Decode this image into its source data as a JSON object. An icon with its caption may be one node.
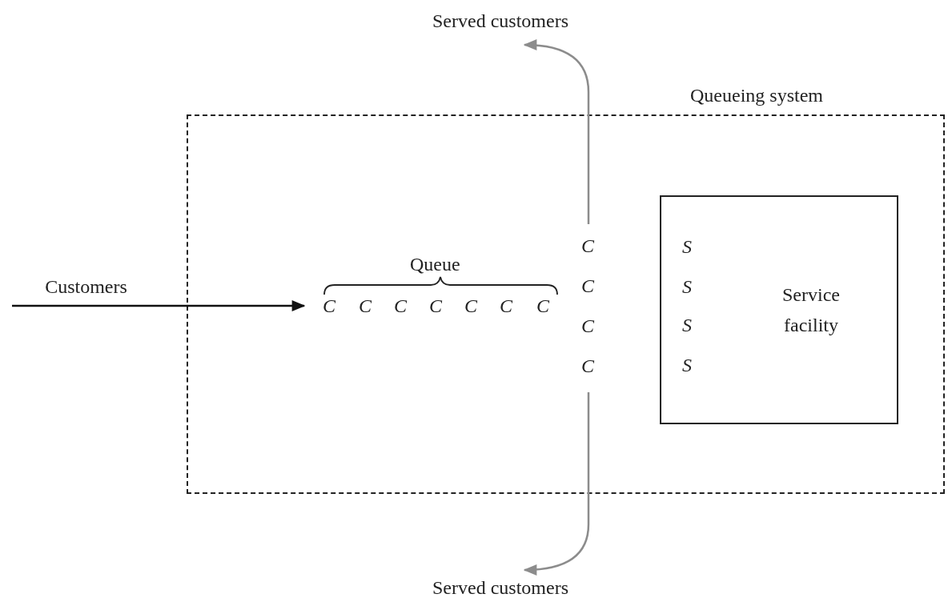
{
  "diagram": {
    "nodes": [
      {
        "text": [
          "Queueing system"
        ]
      },
      {
        "text": [
          "Service facility"
        ],
        "in": 0
      },
      {
        "text": [
          "Customers"
        ]
      },
      {
        "text": [
          "Served customers"
        ]
      },
      {
        "text": [
          "Served customers"
        ]
      }
    ],
    "edges": [
      {
        "from": 2,
        "to": null,
        "arrow": "to",
        "color": "#111111"
      },
      {
        "from": null,
        "to": 3,
        "arrow": "to"
      },
      {
        "from": null,
        "to": 4,
        "arrow": "to"
      }
    ],
    "labels": [
      "Queue",
      "C",
      "C",
      "C",
      "C",
      "C",
      "C",
      "C",
      "C",
      "C",
      "C",
      "C",
      "S",
      "S",
      "S",
      "S"
    ]
  }
}
